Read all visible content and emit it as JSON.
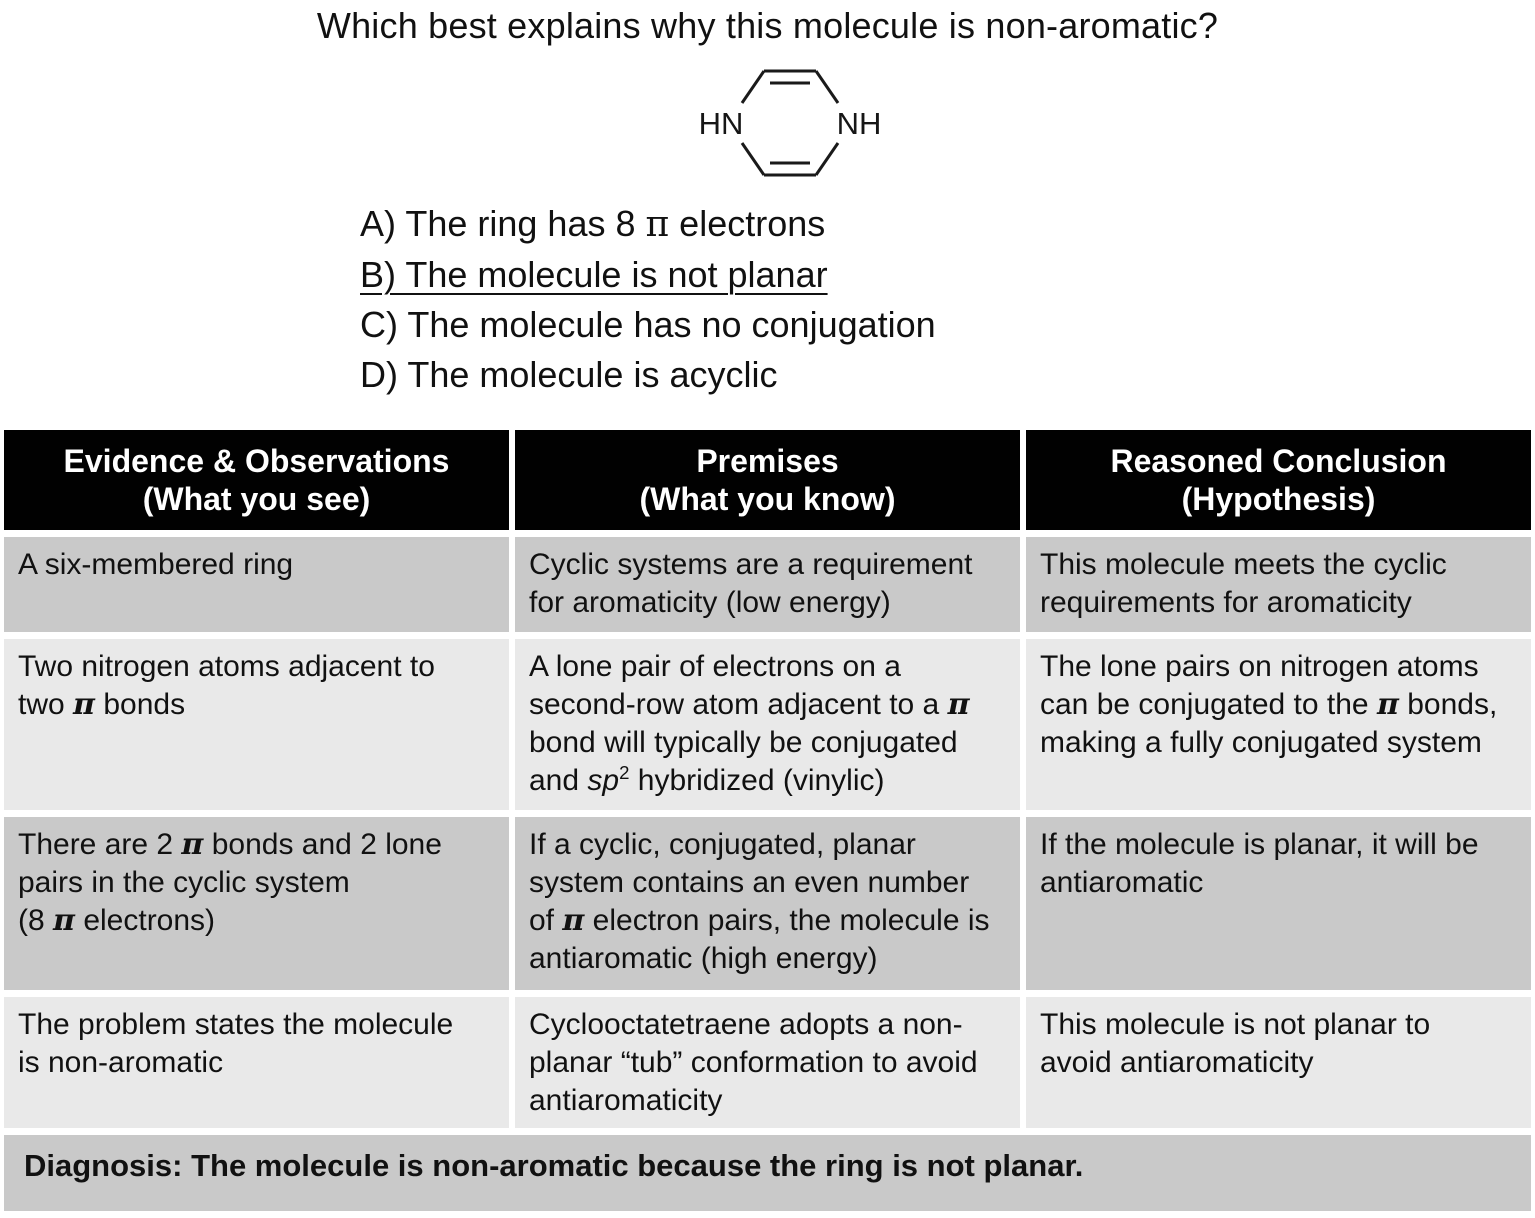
{
  "theme": {
    "page-bg": "#ffffff",
    "header-bg": "#010101",
    "header-fg": "#ffffff",
    "row-dark": "#c9c9c9",
    "row-light": "#e9e9e9",
    "text": "#111111"
  },
  "question": {
    "title": "Which best explains why this molecule is non-aromatic?",
    "molecule": {
      "left_label": "HN",
      "right_label": "NH"
    },
    "options": [
      {
        "rich": [
          {
            "t": "A) The ring has 8 "
          },
          {
            "t": "π",
            "s": "pireg"
          },
          {
            "t": " electrons"
          }
        ]
      },
      {
        "rich": [
          {
            "t": "B) The molecule is not planar",
            "s": "u"
          }
        ]
      },
      {
        "rich": [
          {
            "t": "C) The molecule has no conjugation"
          }
        ]
      },
      {
        "rich": [
          {
            "t": "D) The molecule is acyclic"
          }
        ]
      }
    ]
  },
  "table": {
    "headers": [
      {
        "line1": "Evidence & Observations",
        "line2": "(What you see)"
      },
      {
        "line1": "Premises",
        "line2": "(What you know)"
      },
      {
        "line1": "Reasoned Conclusion",
        "line2": "(Hypothesis)"
      }
    ],
    "rows": [
      {
        "cells": [
          [
            {
              "t": "A six-membered ring"
            }
          ],
          [
            {
              "t": "Cyclic systems are a requirement\nfor aromaticity (low energy)"
            }
          ],
          [
            {
              "t": "This molecule meets the cyclic\nrequirements for aromaticity"
            }
          ]
        ]
      },
      {
        "cells": [
          [
            {
              "t": "Two nitrogen atoms adjacent to\ntwo "
            },
            {
              "t": "π",
              "s": "pi"
            },
            {
              "t": " bonds"
            }
          ],
          [
            {
              "t": "A lone pair of electrons on a\nsecond-row atom adjacent to a "
            },
            {
              "t": "π",
              "s": "pi"
            },
            {
              "t": "\nbond will typically be conjugated\nand "
            },
            {
              "t": "sp",
              "s": "it"
            },
            {
              "t": "2",
              "s": "sup"
            },
            {
              "t": " hybridized (vinylic)"
            }
          ],
          [
            {
              "t": "The lone pairs on nitrogen atoms\ncan be conjugated to the "
            },
            {
              "t": "π",
              "s": "pi"
            },
            {
              "t": " bonds,\nmaking a fully conjugated system"
            }
          ]
        ]
      },
      {
        "cells": [
          [
            {
              "t": "There are 2 "
            },
            {
              "t": "π",
              "s": "pi"
            },
            {
              "t": " bonds and 2 lone\npairs in the cyclic system\n(8 "
            },
            {
              "t": "π",
              "s": "pi"
            },
            {
              "t": " electrons)"
            }
          ],
          [
            {
              "t": "If a cyclic, conjugated, planar\nsystem contains an even number\nof "
            },
            {
              "t": "π",
              "s": "pi"
            },
            {
              "t": " electron pairs, the molecule is\nantiaromatic (high energy)"
            }
          ],
          [
            {
              "t": "If the molecule is planar, it will be\nantiaromatic"
            }
          ]
        ]
      },
      {
        "cells": [
          [
            {
              "t": "The problem states the molecule\nis non-aromatic"
            }
          ],
          [
            {
              "t": "Cyclooctatetraene adopts a non-\nplanar “tub” conformation to avoid\nantiaromaticity"
            }
          ],
          [
            {
              "t": "This molecule is not planar to\navoid antiaromaticity"
            }
          ]
        ]
      }
    ],
    "diagnosis": "Diagnosis: The molecule is non-aromatic because the ring is not planar."
  }
}
